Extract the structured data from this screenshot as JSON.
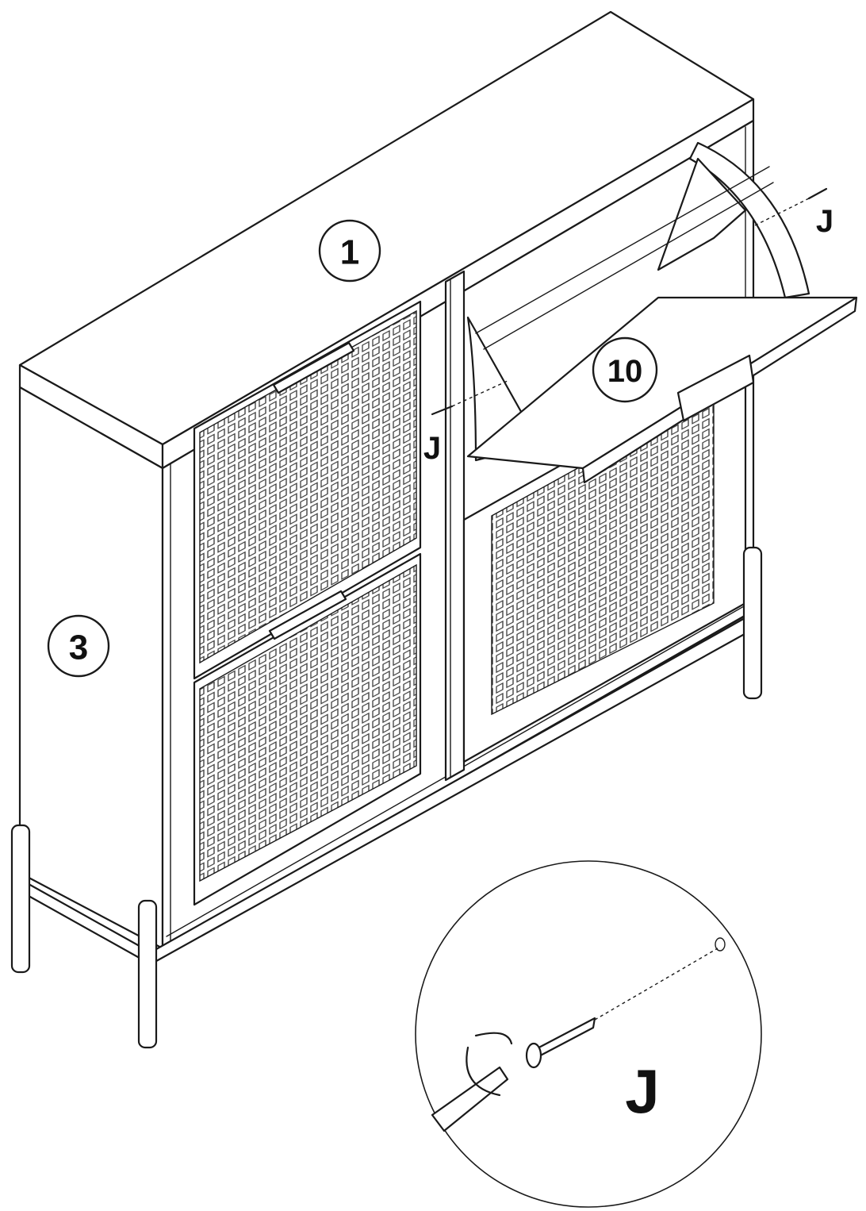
{
  "callouts": {
    "top_panel": "1",
    "side_panel": "3",
    "flip_door": "10"
  },
  "screw_labels": {
    "right": "J",
    "left": "J",
    "detail": "J"
  },
  "colors": {
    "line": "#1a1a1a",
    "background": "#ffffff"
  }
}
